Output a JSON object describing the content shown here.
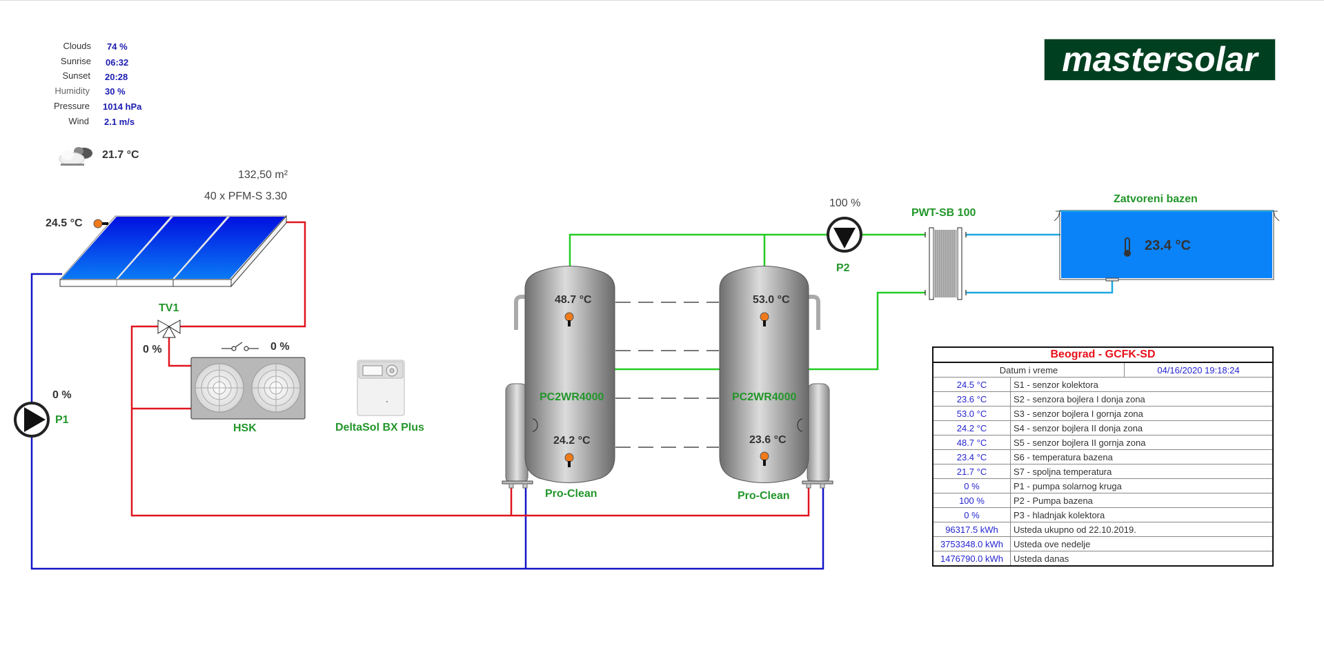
{
  "weather": {
    "rows": [
      {
        "label": "Clouds",
        "value": "74 %"
      },
      {
        "label": "Sunrise",
        "value": "06:32"
      },
      {
        "label": "Sunset",
        "value": "20:28"
      },
      {
        "label": "Humidity",
        "value": "30 %"
      },
      {
        "label": "Pressure",
        "value": "1014 hPa"
      },
      {
        "label": "Wind",
        "value": "2.1 m/s"
      }
    ],
    "icon": "partly-cloudy-icon",
    "temperature": "21.7 °C"
  },
  "logo": {
    "text": "mastersolar",
    "color": "#004020"
  },
  "collector": {
    "area": "132,50 m²",
    "model": "40 x PFM-S 3.30",
    "temperature": "24.5 °C"
  },
  "valve": {
    "label": "TV1",
    "value": "0 %"
  },
  "cooler": {
    "label": "HSK",
    "switch_value": "0 %"
  },
  "pump1": {
    "label": "P1",
    "value": "0 %"
  },
  "pump2": {
    "label": "P2",
    "value": "100 %"
  },
  "controller": {
    "label": "DeltaSol BX Plus"
  },
  "tank1": {
    "model": "PC2WR4000",
    "brand": "Pro-Clean",
    "top_temp": "48.7 °C",
    "bottom_temp": "24.2 °C"
  },
  "tank2": {
    "model": "PC2WR4000",
    "brand": "Pro-Clean",
    "top_temp": "53.0 °C",
    "bottom_temp": "23.6 °C"
  },
  "exchanger": {
    "label": "PWT-SB 100"
  },
  "pool": {
    "label": "Zatvoreni bazen",
    "temperature": "23.4 °C"
  },
  "colors": {
    "hot": "#e0141e",
    "cold": "#1414c8",
    "pool_circuit": "#22cc22",
    "pool_water": "#1aa7e0",
    "label_green": "#22962a"
  },
  "table": {
    "title": "Beograd - GCFK-SD",
    "datetime_label": "Datum i vreme",
    "datetime_value": "04/16/2020 19:18:24",
    "rows": [
      {
        "value": "24.5 °C",
        "label": "S1 - senzor kolektora"
      },
      {
        "value": "23.6 °C",
        "label": "S2 - senzora bojlera I donja zona"
      },
      {
        "value": "53.0 °C",
        "label": "S3 - senzor bojlera I gornja zona"
      },
      {
        "value": "24.2 °C",
        "label": "S4 - senzor bojlera II donja zona"
      },
      {
        "value": "48.7 °C",
        "label": "S5 - senzor bojlera II gornja zona"
      },
      {
        "value": "23.4 °C",
        "label": "S6 - temperatura bazena"
      },
      {
        "value": "21.7 °C",
        "label": "S7 - spoljna temperatura"
      },
      {
        "value": "0 %",
        "label": "P1 - pumpa solarnog kruga"
      },
      {
        "value": "100 %",
        "label": "P2 - Pumpa bazena"
      },
      {
        "value": "0 %",
        "label": "P3 - hladnjak kolektora"
      },
      {
        "value": "96317.5 kWh",
        "label": "Usteda ukupno od 22.10.2019."
      },
      {
        "value": "3753348.0 kWh",
        "label": "Usteda ove nedelje"
      },
      {
        "value": "1476790.0 kWh",
        "label": "Usteda danas"
      }
    ]
  }
}
